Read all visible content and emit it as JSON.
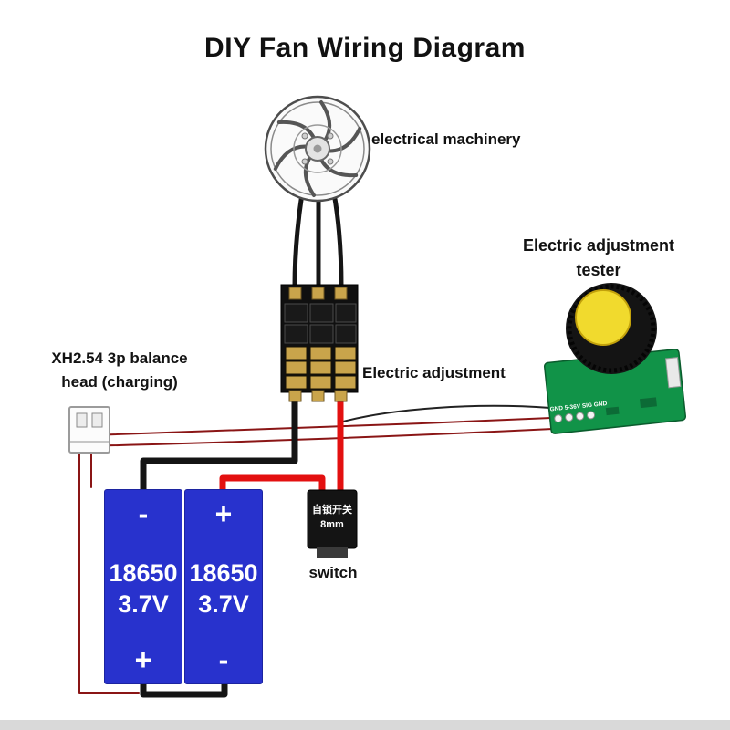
{
  "title": "DIY Fan Wiring Diagram",
  "labels": {
    "motor": "electrical machinery",
    "tester_line1": "Electric adjustment",
    "tester_line2": "tester",
    "esc": "Electric adjustment",
    "balance_line1": "XH2.54 3p balance",
    "balance_line2": "head (charging)",
    "switch": "switch"
  },
  "components": {
    "switch_button": {
      "line1": "自锁开关",
      "line2": "8mm"
    },
    "pcb": {
      "silkscreen": "GND 5-36V SIG GND"
    },
    "batteries": [
      {
        "top": "-",
        "model": "18650",
        "voltage": "3.7V",
        "bottom": "+"
      },
      {
        "top": "+",
        "model": "18650",
        "voltage": "3.7V",
        "bottom": "-"
      }
    ]
  },
  "colors": {
    "battery_blue": "#2832cd",
    "wire_red": "#e31010",
    "wire_black": "#141414",
    "wire_dark_red": "#8a1515",
    "pcb_green": "#119348",
    "knob_yellow": "#f1da2d",
    "pin_gold": "#c9a44b",
    "connector_white": "#fcfcfc"
  }
}
